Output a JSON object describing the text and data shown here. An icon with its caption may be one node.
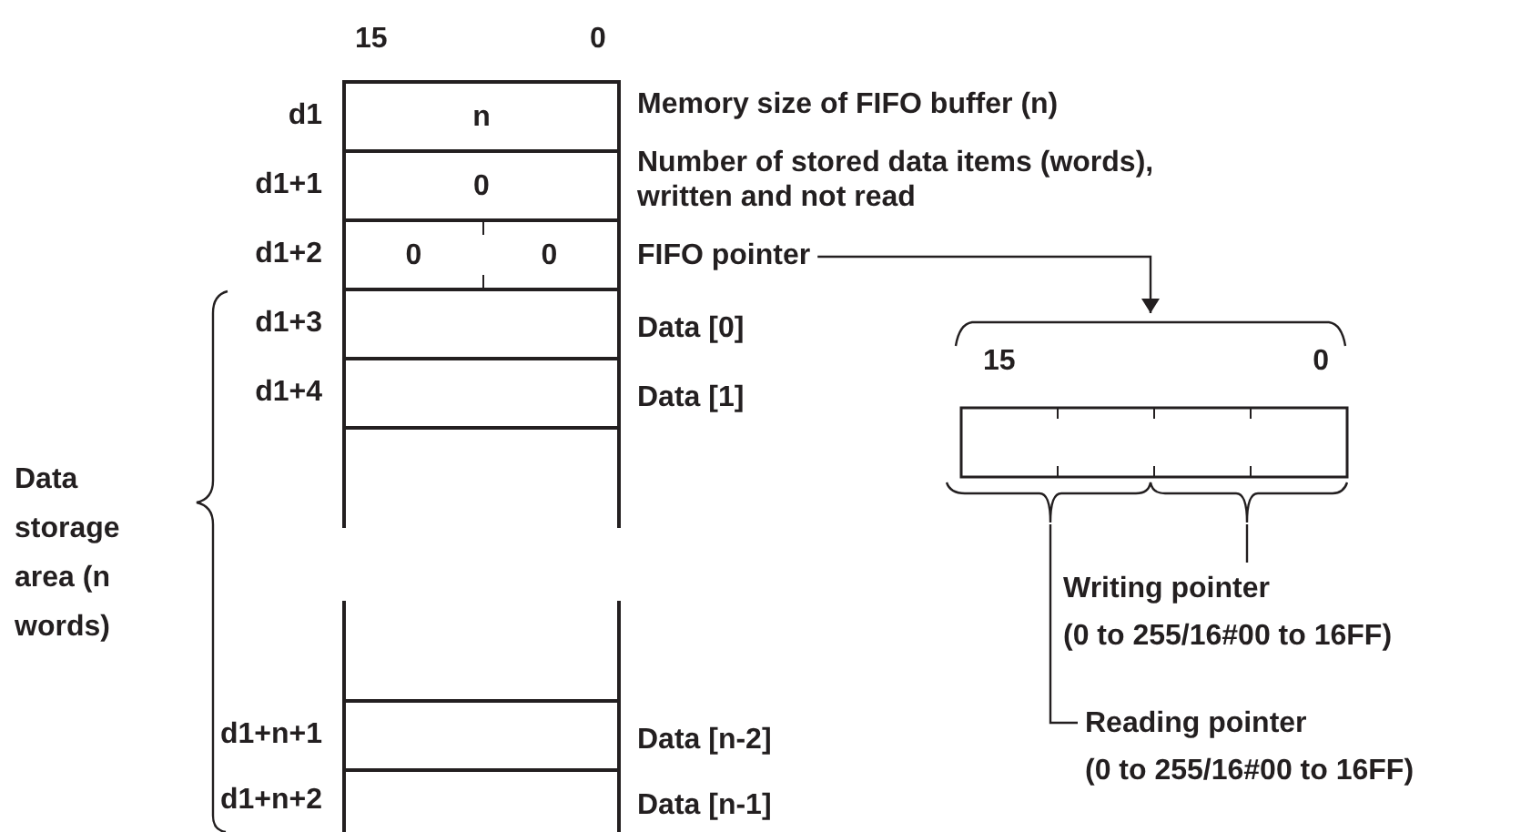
{
  "diagram": {
    "nodes": [
      {
        "text": [
          "n"
        ],
        "beside": [
          "d1",
          "Memory size of FIFO buffer (n)"
        ]
      },
      {
        "text": [
          "0"
        ],
        "beside": [
          "d1+1",
          "Number of stored data items (words), written and not read"
        ]
      },
      {
        "text": [
          "0",
          "0"
        ],
        "beside": [
          "d1+2"
        ]
      },
      {
        "text": [
          "FIFO pointer"
        ]
      },
      {
        "text": [],
        "shape": "box",
        "beside": [
          "d1+3",
          "Data [0]"
        ]
      },
      {
        "text": [],
        "shape": "box",
        "beside": [
          "d1+4",
          "Data [1]"
        ]
      },
      {
        "text": [],
        "shape": "box",
        "beside": [
          "d1+n+1",
          "Data [n-2]"
        ]
      },
      {
        "text": [],
        "shape": "box",
        "beside": [
          "d1+n+2",
          "Data [n-1]"
        ]
      },
      {
        "text": [
          "15",
          "0"
        ]
      },
      {
        "text": [
          "Writing pointer",
          "(0 to 255/16#00 to 16FF)"
        ]
      },
      {
        "text": [
          "Reading pointer",
          "(0 to 255/16#00 to 16FF)"
        ]
      }
    ],
    "edges": [
      {
        "from": 3,
        "to": 8,
        "arrow": "to"
      },
      {
        "from": 9,
        "to": 8,
        "arrow": "none"
      },
      {
        "from": 10,
        "to": 8,
        "arrow": "none"
      }
    ],
    "labels": [
      "15",
      "0",
      "Data storage area (n words)"
    ]
  }
}
